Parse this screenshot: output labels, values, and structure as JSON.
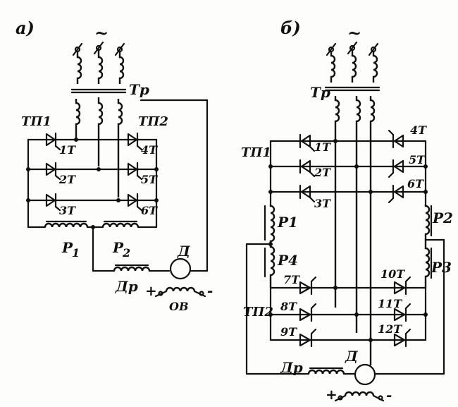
{
  "figure_a": {
    "label": "а)",
    "ac_symbol": "~",
    "transformer": "Тр",
    "bridge_left": "ТП1",
    "bridge_right": "ТП2",
    "thyristors": [
      "1Т",
      "2Т",
      "3Т",
      "4Т",
      "5Т",
      "6Т"
    ],
    "reactor_1": "Р",
    "reactor_1_sub": "1",
    "reactor_2": "Р",
    "reactor_2_sub": "2",
    "choke": "Др",
    "motor": "Д",
    "field_winding": "ОВ",
    "plus": "+",
    "minus": "-"
  },
  "figure_b": {
    "label": "б)",
    "ac_symbol": "~",
    "transformer": "Тр",
    "bridge_top": "ТП1",
    "bridge_bottom": "ТП2",
    "thyristors_top_left": [
      "1Т",
      "2Т",
      "3Т"
    ],
    "thyristors_top_right": [
      "4Т",
      "5Т",
      "6Т"
    ],
    "thyristors_bottom_left": [
      "7Т",
      "8Т",
      "9Т"
    ],
    "thyristors_bottom_right": [
      "10Т",
      "11Т",
      "12Т"
    ],
    "reactors": [
      "Р1",
      "Р2",
      "Р3",
      "Р4"
    ],
    "choke": "Др",
    "motor": "Д",
    "plus": "+",
    "minus": "-"
  }
}
